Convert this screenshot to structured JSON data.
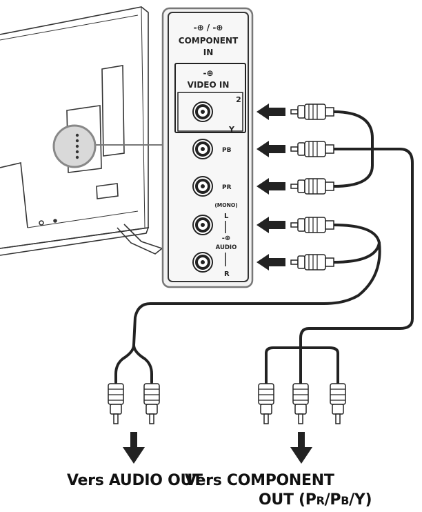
{
  "panel": {
    "component_symbol": "-⊕ / -⊕",
    "component_in": [
      "COMPONENT",
      "IN"
    ],
    "video_symbol": "-⊕",
    "video_in": "VIDEO IN",
    "input_number": "2",
    "jacks": {
      "y": "Y",
      "pb": "PB",
      "pr": "PR",
      "mono": "(MONO)",
      "l": "L",
      "audio_symbol": "-⊕",
      "audio": "AUDIO",
      "r": "R"
    }
  },
  "captions": {
    "audio_out": "Vers AUDIO OUT",
    "component_out_prefix": "Vers COMPONENT",
    "component_out_line2_start": "OUT (P",
    "component_out_sub_r": "R",
    "component_out_mid": "/P",
    "component_out_sub_b": "B",
    "component_out_end": "/Y)"
  }
}
